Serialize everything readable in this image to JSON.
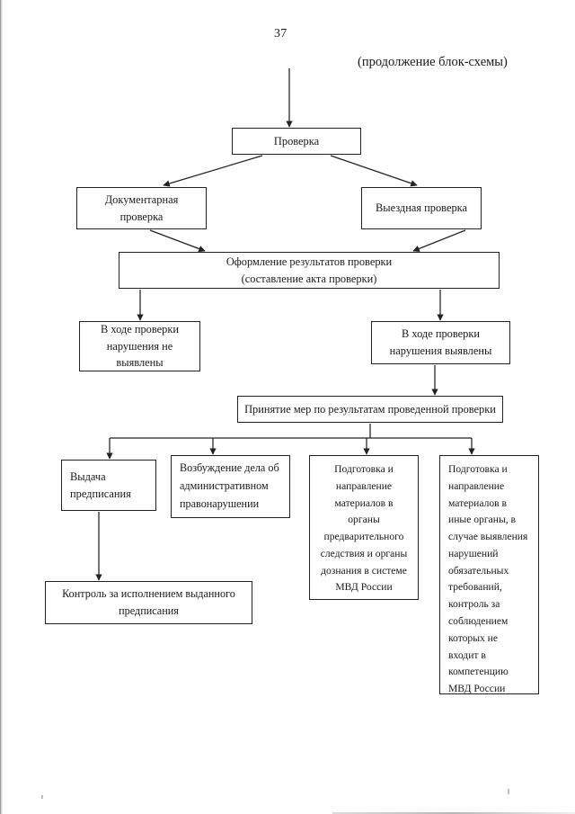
{
  "document": {
    "page_number": "37",
    "header_note": "(продолжение блок-схемы)",
    "ink_color": "#222222",
    "paper_color": "#ffffff"
  },
  "flowchart": {
    "type": "flowchart",
    "title": "(продолжение блок-схемы)",
    "nodes": [
      {
        "id": "proverka",
        "lines": [
          "Проверка"
        ],
        "align": "center"
      },
      {
        "id": "documentarnaya",
        "lines": [
          "Документарная",
          "проверка"
        ],
        "align": "center"
      },
      {
        "id": "vyezdnaya",
        "lines": [
          "Выездная проверка"
        ],
        "align": "center"
      },
      {
        "id": "oformlenie",
        "lines": [
          "Оформление результатов проверки",
          "(составление акта проверки)"
        ],
        "align": "center"
      },
      {
        "id": "bez-narusheniy",
        "lines": [
          "В ходе проверки",
          "нарушения не",
          "выявлены"
        ],
        "align": "center"
      },
      {
        "id": "s-narusheniyami",
        "lines": [
          "В ходе проверки",
          "нарушения выявлены"
        ],
        "align": "center"
      },
      {
        "id": "prinyatie-mer",
        "lines": [
          "Принятие мер по результатам проведенной проверки"
        ],
        "align": "center"
      },
      {
        "id": "vydacha",
        "lines": [
          "Выдача",
          "предписания"
        ],
        "align": "left"
      },
      {
        "id": "vozbuzhdenie",
        "lines": [
          "Возбуждение дела об",
          "административном",
          "правонарушении"
        ],
        "align": "left"
      },
      {
        "id": "podgotovka-mvd",
        "lines": [
          "Подготовка и",
          "направление",
          "материалов в",
          "органы",
          "предварительного",
          "следствия и органы",
          "дознания в системе",
          "МВД России"
        ],
        "align": "center"
      },
      {
        "id": "podgotovka-inye",
        "lines": [
          "Подготовка и",
          "направление",
          "материалов в",
          "иные органы, в",
          "случае выявления",
          "нарушений",
          "обязательных",
          "требований,",
          "контроль за",
          "соблюдением",
          "которых не",
          "входит в",
          "компетенцию",
          "МВД России"
        ],
        "align": "left"
      },
      {
        "id": "kontrol",
        "lines": [
          "Контроль за исполнением выданного",
          "предписания"
        ],
        "align": "center"
      }
    ],
    "edges": [
      {
        "from": "entry",
        "to": "proverka",
        "style": "vertical-arrow"
      },
      {
        "from": "proverka",
        "to": "documentarnaya",
        "style": "diagonal-arrow"
      },
      {
        "from": "proverka",
        "to": "vyezdnaya",
        "style": "diagonal-arrow"
      },
      {
        "from": "documentarnaya",
        "to": "oformlenie",
        "style": "diagonal-arrow"
      },
      {
        "from": "vyezdnaya",
        "to": "oformlenie",
        "style": "diagonal-arrow"
      },
      {
        "from": "oformlenie",
        "to": "bez-narusheniy",
        "style": "vertical-arrow"
      },
      {
        "from": "oformlenie",
        "to": "s-narusheniyami",
        "style": "vertical-arrow"
      },
      {
        "from": "s-narusheniyami",
        "to": "prinyatie-mer",
        "style": "vertical-arrow"
      },
      {
        "from": "prinyatie-mer",
        "to": "vydacha",
        "style": "bus-arrow"
      },
      {
        "from": "prinyatie-mer",
        "to": "vozbuzhdenie",
        "style": "bus-arrow"
      },
      {
        "from": "prinyatie-mer",
        "to": "podgotovka-mvd",
        "style": "bus-arrow"
      },
      {
        "from": "prinyatie-mer",
        "to": "podgotovka-inye",
        "style": "bus-arrow"
      },
      {
        "from": "vydacha",
        "to": "kontrol",
        "style": "vertical-arrow"
      }
    ]
  }
}
